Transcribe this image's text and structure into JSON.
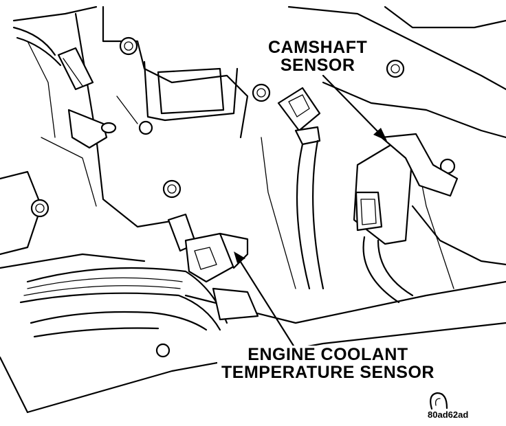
{
  "labels": {
    "camshaft_sensor": [
      "CAMSHAFT",
      "SENSOR"
    ],
    "engine_coolant_temperature_sensor": [
      "ENGINE COOLANT",
      "TEMPERATURE SENSOR"
    ]
  },
  "figure_id": "80ad62ad",
  "colors": {
    "ink": "#000000",
    "paper": "#ffffff"
  }
}
